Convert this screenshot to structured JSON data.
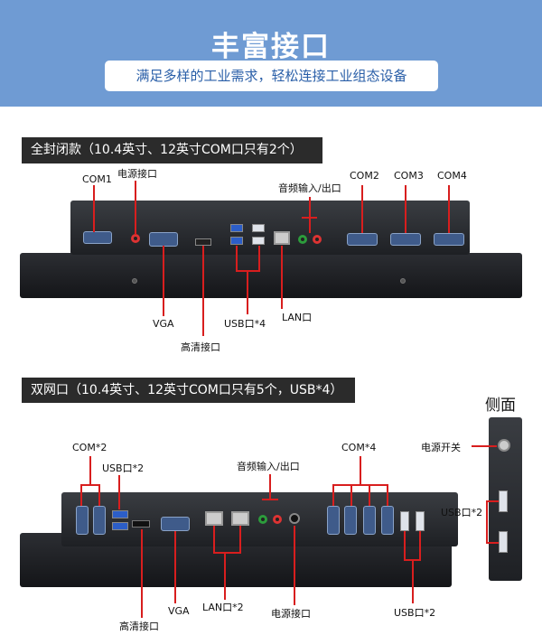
{
  "header": {
    "title": "丰富接口",
    "subtitle": "满足多样的工业需求，轻松连接工业组态设备"
  },
  "section1": {
    "title": "全封闭款（10.4英寸、12英寸COM口只有2个）",
    "labels": {
      "com1": "COM1",
      "power": "电源接口",
      "audio": "音频输入/出口",
      "com2": "COM2",
      "com3": "COM3",
      "com4": "COM4",
      "vga": "VGA",
      "usb": "USB口*4",
      "lan": "LAN口",
      "hdmi": "高清接口"
    }
  },
  "section2": {
    "title": "双网口（10.4英寸、12英寸COM口只有5个，USB*4）",
    "side_title": "侧面",
    "labels": {
      "com2x": "COM*2",
      "usb_left": "USB口*2",
      "audio": "音频输入/出口",
      "com4x": "COM*4",
      "power_switch": "电源开关",
      "usb_side": "USB口*2",
      "vga": "VGA",
      "lan": "LAN口*2",
      "power": "电源接口",
      "usb_bottom": "USB口*2",
      "hdmi": "高清接口"
    }
  },
  "colors": {
    "banner": "#6f9bd3",
    "accent_red": "#d81e1e",
    "subtitle_text": "#2a5fa8"
  }
}
